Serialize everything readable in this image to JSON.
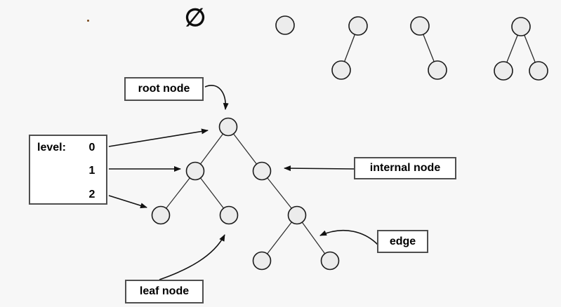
{
  "empty_tree": {
    "symbol": "∅"
  },
  "legend": {
    "level_label": "level:",
    "levels": [
      "0",
      "1",
      "2"
    ]
  },
  "annotations": {
    "root_label": "root node",
    "internal_label": "internal node",
    "leaf_label": "leaf node",
    "edge_label": "edge"
  },
  "colors": {
    "background": "#f7f7f7",
    "node_fill": "#ececec",
    "node_stroke": "#1a1a1a",
    "line": "#2a2a2a",
    "box_border": "#4f4f4f",
    "box_fill": "#ffffff",
    "text": "#000000"
  }
}
